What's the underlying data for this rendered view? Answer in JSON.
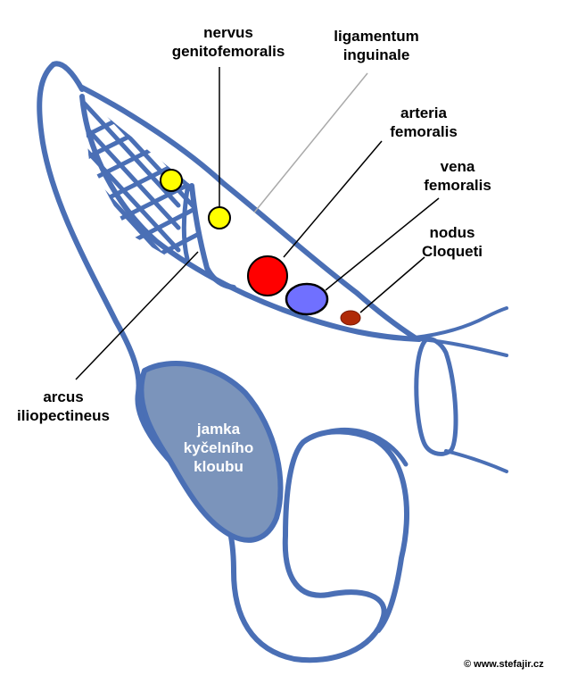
{
  "colors": {
    "outline": "#4a6fb5",
    "fossa_fill": "#7b94bb",
    "nerve": "#ffff00",
    "artery": "#ff0000",
    "vein": "#7070ff",
    "node": "#b02a08"
  },
  "labels": {
    "nervus": [
      "nervus",
      "genitofemoralis"
    ],
    "ligamentum": [
      "ligamentum",
      "inguinale"
    ],
    "arteria": [
      "arteria",
      "femoralis"
    ],
    "vena": [
      "vena",
      "femoralis"
    ],
    "nodus": [
      "nodus",
      "Cloqueti"
    ],
    "arcus": [
      "arcus",
      "iliopectineus"
    ],
    "jamka": [
      "jamka",
      "kyčelního",
      "kloubu"
    ]
  },
  "copyright": "© www.stefajir.cz"
}
